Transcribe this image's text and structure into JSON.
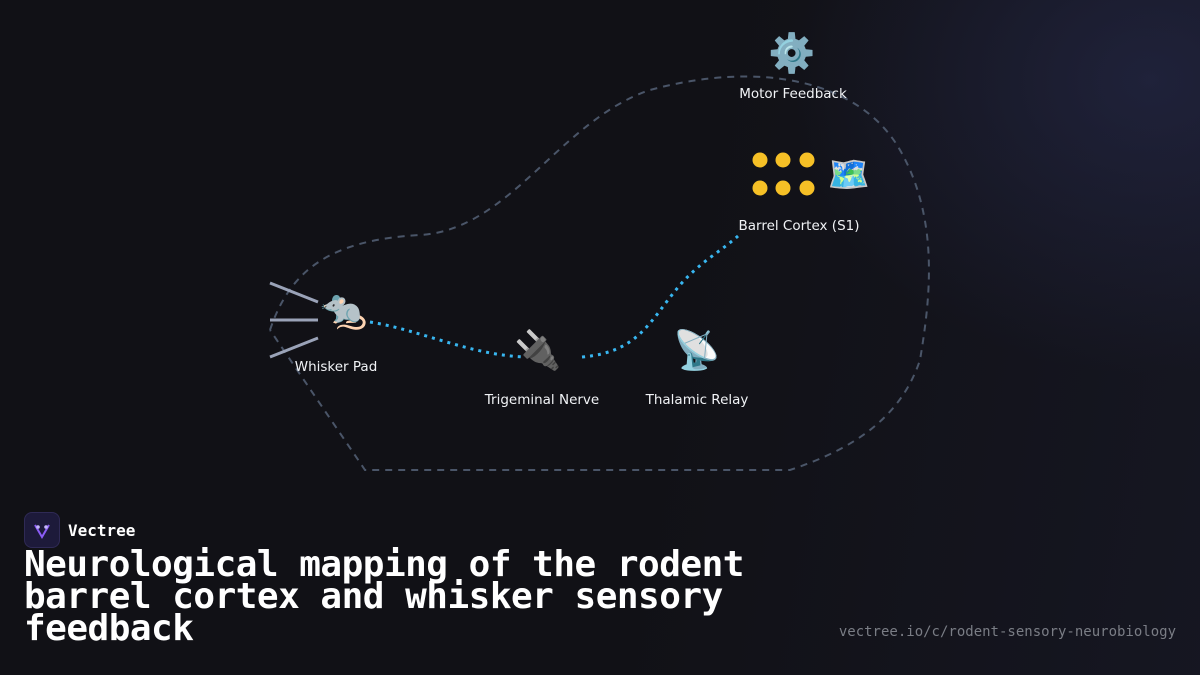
{
  "diagram": {
    "nodes": {
      "whisker_pad": {
        "label": "Whisker Pad",
        "icon": "rat-icon"
      },
      "trigeminal": {
        "label": "Trigeminal Nerve",
        "icon": "electric-plug-icon"
      },
      "thalamic": {
        "label": "Thalamic Relay",
        "icon": "satellite-antenna-icon"
      },
      "barrel": {
        "label": "Barrel Cortex (S1)",
        "icon": "world-map-icon"
      },
      "motor": {
        "label": "Motor Feedback",
        "icon": "gear-icon"
      }
    },
    "colors": {
      "signal_path": "#38b6f0",
      "feedback_loop": "#4a5568",
      "barrel_dots": "#f6c026",
      "whiskers": "#9aa3b8"
    }
  },
  "brand": {
    "name": "Vectree"
  },
  "title": "Neurological mapping of the rodent barrel cortex and whisker sensory feedback",
  "source_url": "vectree.io/c/rodent-sensory-neurobiology"
}
